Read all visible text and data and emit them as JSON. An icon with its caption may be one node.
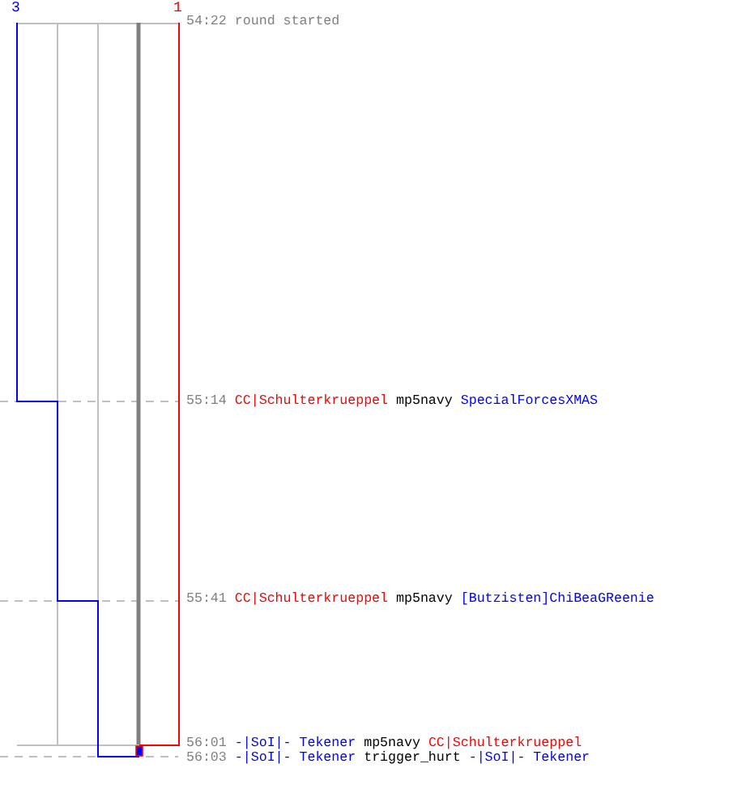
{
  "diagram": {
    "labels": [
      "3",
      "1",
      "54:22",
      "round started",
      "55:14",
      "CC|Schulterkrueppel",
      "mp5navy",
      "SpecialForcesXMAS",
      "55:41",
      "CC|Schulterkrueppel",
      "mp5navy",
      "[Butzisten]ChiBeaGReenie",
      "56:01",
      "-|SoI|- Tekener",
      "mp5navy",
      "CC|Schulterkrueppel",
      "56:03",
      "-|SoI|- Tekener",
      "trigger_hurt",
      "-|SoI|- Tekener"
    ]
  }
}
